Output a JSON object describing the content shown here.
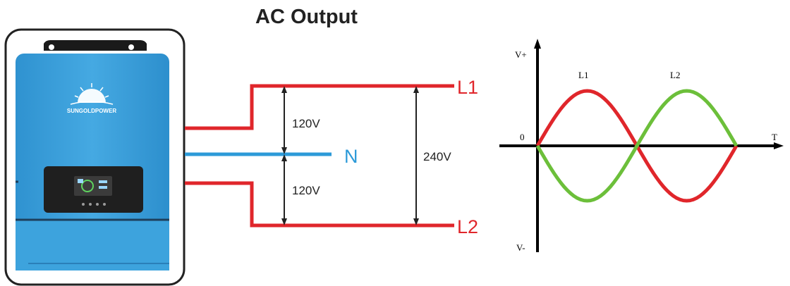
{
  "title": "AC Output",
  "inverter": {
    "brand": "SUNGOLDPOWER"
  },
  "wiring": {
    "lines": {
      "l1": "L1",
      "neutral": "N",
      "l2": "L2"
    },
    "voltages": {
      "l1_to_n": "120V",
      "n_to_l2": "120V",
      "l1_to_l2": "240V"
    }
  },
  "waveform": {
    "axis": {
      "positive": "V+",
      "negative": "V-",
      "origin": "0",
      "time": "T"
    },
    "series_labels": {
      "l1": "L1",
      "l2": "L2"
    }
  },
  "colors": {
    "hot_line": "#e0262b",
    "neutral_line": "#2c9ad8",
    "l2_wave": "#6cbf3a",
    "inverter_body": "#3aa0d9",
    "display": "#1f1f1f"
  }
}
